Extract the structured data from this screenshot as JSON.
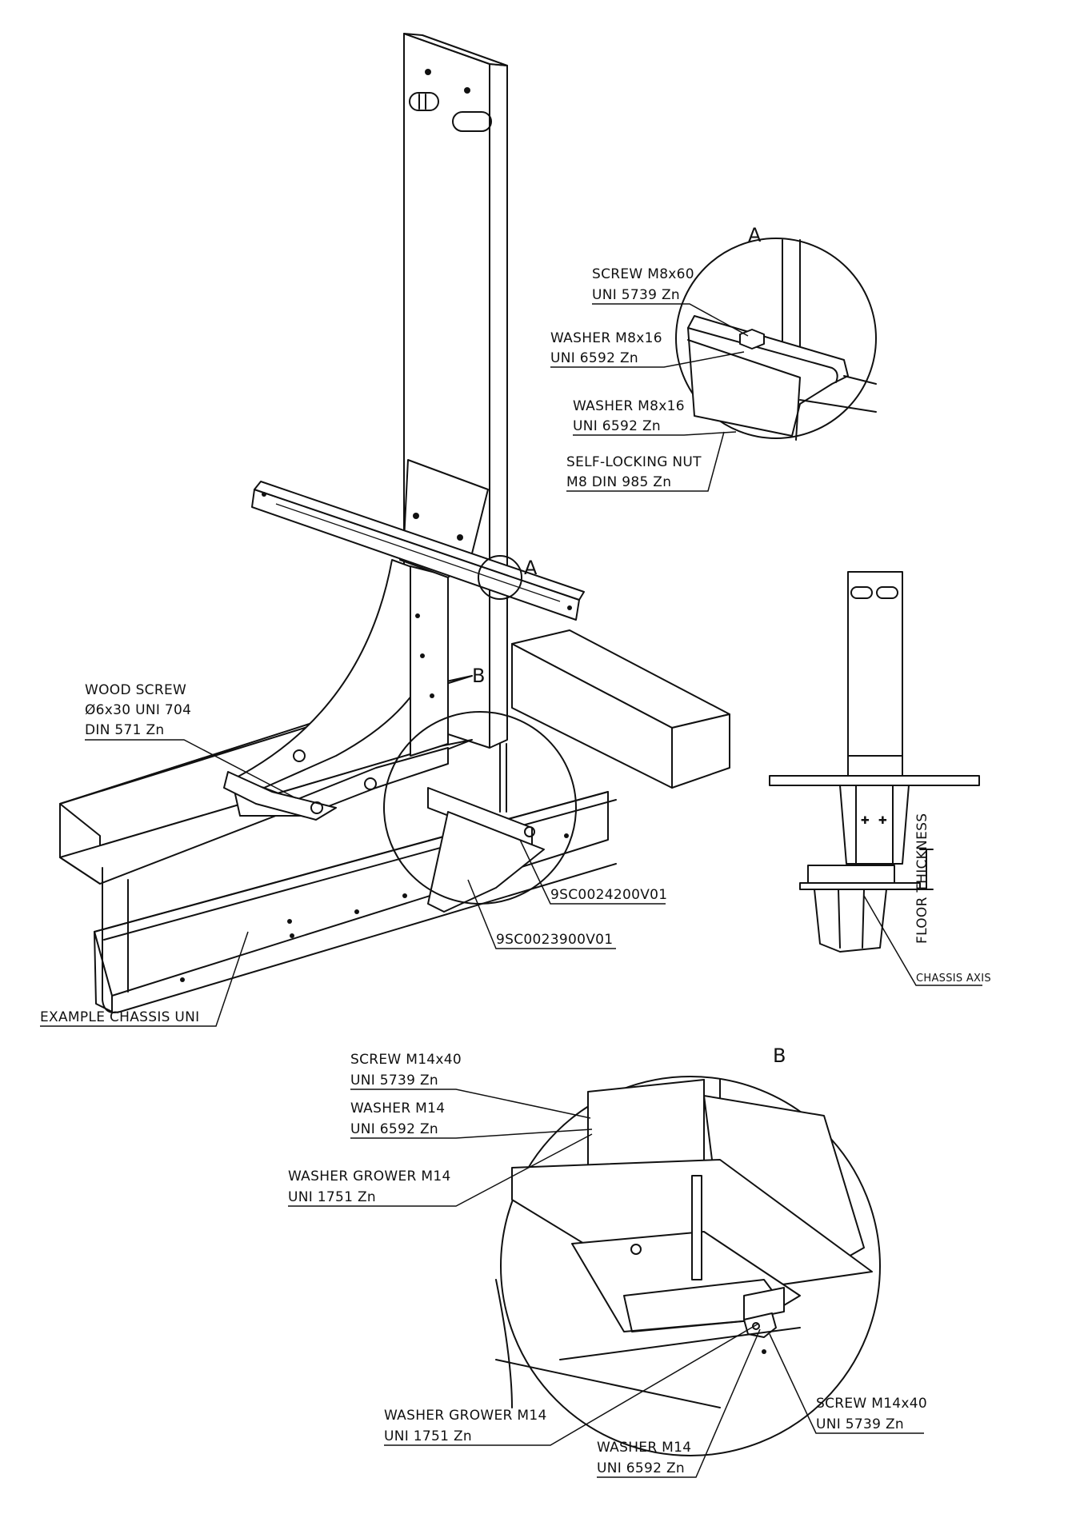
{
  "detail_a": {
    "letter": "A",
    "callout_letter": "A",
    "screw": [
      "SCREW M8x60",
      "UNI 5739 Zn"
    ],
    "washer_top": [
      "WASHER M8x16",
      "UNI 6592 Zn"
    ],
    "washer_bottom": [
      "WASHER M8x16",
      "UNI 6592 Zn"
    ],
    "nut": [
      "SELF-LOCKING NUT",
      "M8 DIN 985 Zn"
    ]
  },
  "main_view": {
    "callout_b_letter": "B",
    "wood_screw": [
      "WOOD SCREW",
      "Ø6x30 UNI 704",
      "DIN 571 Zn"
    ],
    "part_1": "9SC0024200V01",
    "part_2": "9SC0023900V01",
    "chassis": "EXAMPLE CHASSIS UNI"
  },
  "side_view": {
    "floor_thickness": "FLOOR THICKNESS",
    "chassis_axis": "CHASSIS AXIS"
  },
  "detail_b": {
    "letter": "B",
    "screw_top": [
      "SCREW M14x40",
      "UNI 5739 Zn"
    ],
    "washer_top": [
      "WASHER M14",
      "UNI 6592 Zn"
    ],
    "grower_top": [
      "WASHER GROWER M14",
      "UNI 1751 Zn"
    ],
    "grower_bottom": [
      "WASHER GROWER M14",
      "UNI 1751 Zn"
    ],
    "washer_bottom": [
      "WASHER M14",
      "UNI 6592 Zn"
    ],
    "screw_bottom": [
      "SCREW M14x40",
      "UNI 5739 Zn"
    ]
  }
}
